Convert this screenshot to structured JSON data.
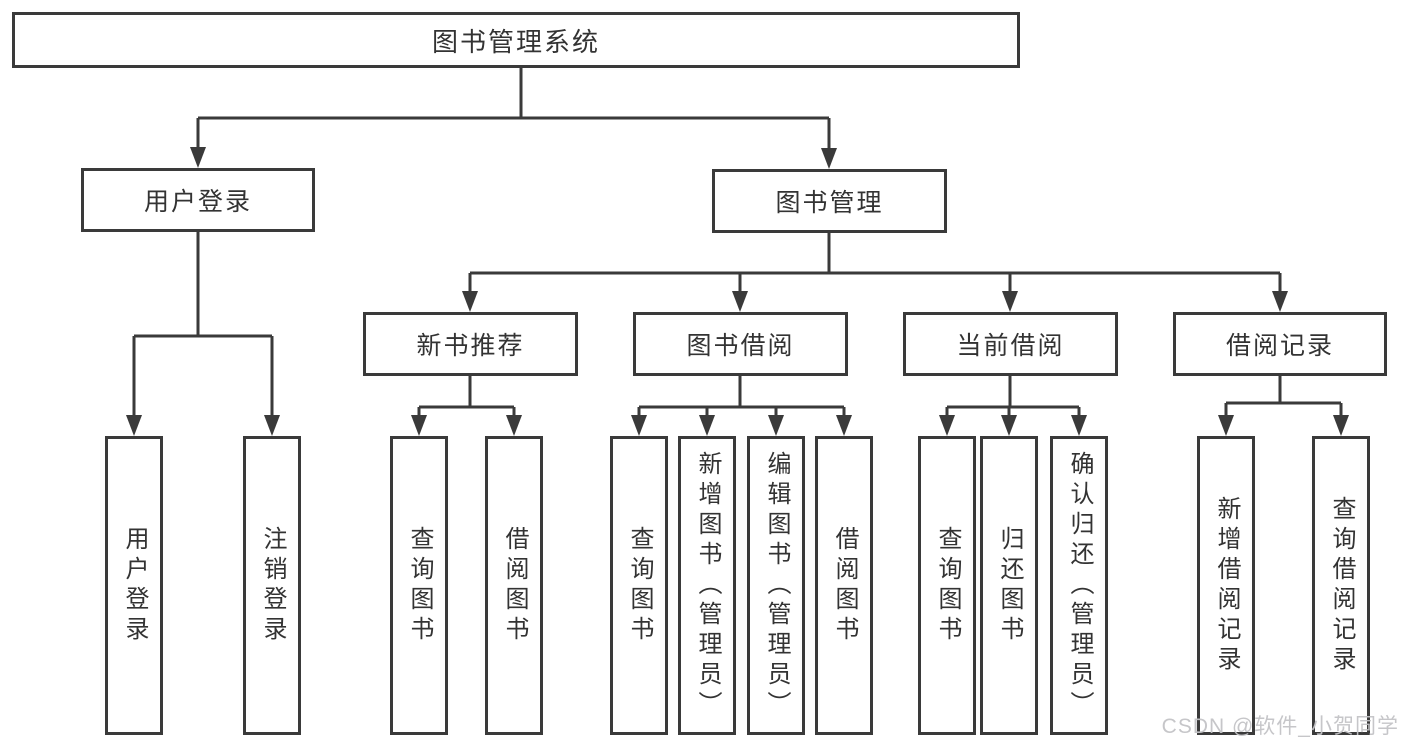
{
  "diagram": {
    "root": {
      "label": "图书管理系统"
    },
    "level2": [
      {
        "label": "用户登录"
      },
      {
        "label": "图书管理"
      }
    ],
    "level3": [
      {
        "label": "新书推荐"
      },
      {
        "label": "图书借阅"
      },
      {
        "label": "当前借阅"
      },
      {
        "label": "借阅记录"
      }
    ],
    "leaves": {
      "user_login": [
        {
          "label": "用户登录"
        },
        {
          "label": "注销登录"
        }
      ],
      "new_book_recommend": [
        {
          "label": "查询图书"
        },
        {
          "label": "借阅图书"
        }
      ],
      "book_borrow": [
        {
          "label": "查询图书"
        },
        {
          "label": "新增图书（管理员）"
        },
        {
          "label": "编辑图书（管理员）"
        },
        {
          "label": "借阅图书"
        }
      ],
      "current_borrow": [
        {
          "label": "查询图书"
        },
        {
          "label": "归还图书"
        },
        {
          "label": "确认归还（管理员）"
        }
      ],
      "borrow_record": [
        {
          "label": "新增借阅记录"
        },
        {
          "label": "查询借阅记录"
        }
      ]
    },
    "colors": {
      "line": "#3a3a3a",
      "text": "#333333",
      "background": "#ffffff",
      "watermark": "#c3c3c6"
    },
    "watermark": "CSDN @软件_小贺同学"
  }
}
